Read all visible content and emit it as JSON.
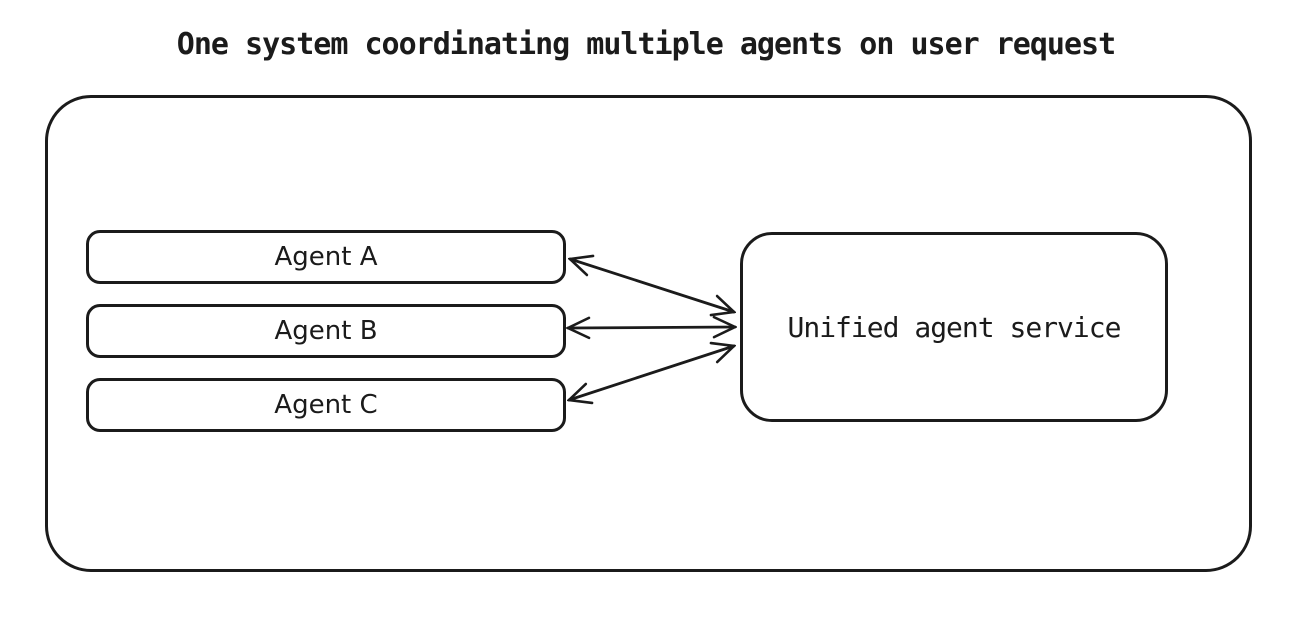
{
  "title": "One system coordinating multiple agents on user request",
  "diagram": {
    "agents": [
      {
        "label": "Agent A"
      },
      {
        "label": "Agent B"
      },
      {
        "label": "Agent C"
      }
    ],
    "service": {
      "label": "Unified agent service"
    },
    "connections": [
      {
        "from": "Unified agent service",
        "to": "Agent A",
        "bidirectional": true
      },
      {
        "from": "Unified agent service",
        "to": "Agent B",
        "bidirectional": true
      },
      {
        "from": "Unified agent service",
        "to": "Agent C",
        "bidirectional": true
      }
    ],
    "colors": {
      "stroke": "#1b1b1b",
      "background": "#ffffff"
    }
  }
}
